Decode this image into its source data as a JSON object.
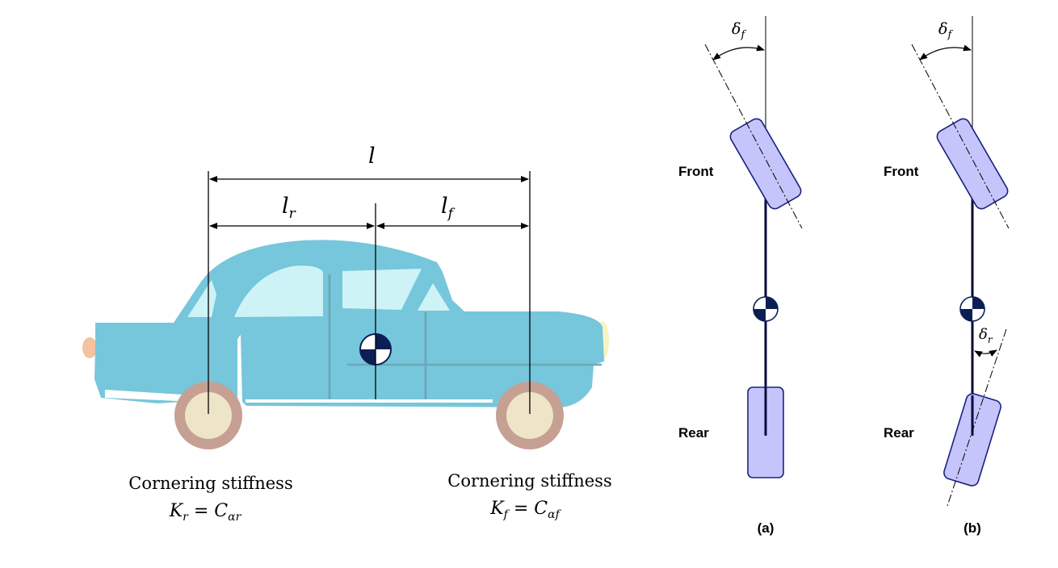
{
  "colors": {
    "car_body": "#76c6dc",
    "window": "#cdf3f7",
    "tire": "#c5a093",
    "hub": "#eee4c8",
    "wheel_fill": "#c5c5fb",
    "wheel_stroke": "#1a237e",
    "line_dark": "#0a0a3c",
    "cg_dark": "#0c1f55"
  },
  "car": {
    "wheelbase_label": "l",
    "rear_dist_label": "l",
    "rear_dist_sub": "r",
    "front_dist_label": "l",
    "front_dist_sub": "f",
    "rear_stiffness": {
      "title": "Cornering stiffness",
      "K": "K",
      "K_sub": "r",
      "eq": " = ",
      "C": "C",
      "C_sub": "αr"
    },
    "front_stiffness": {
      "title": "Cornering stiffness",
      "K": "K",
      "K_sub": "f",
      "eq": " = ",
      "C": "C",
      "C_sub": "αf"
    }
  },
  "panel_a": {
    "caption": "(a)",
    "front_label": "Front",
    "rear_label": "Rear",
    "delta_f": "δ",
    "delta_f_sub": "f"
  },
  "panel_b": {
    "caption": "(b)",
    "front_label": "Front",
    "rear_label": "Rear",
    "delta_f": "δ",
    "delta_f_sub": "f",
    "delta_r": "δ",
    "delta_r_sub": "r"
  }
}
